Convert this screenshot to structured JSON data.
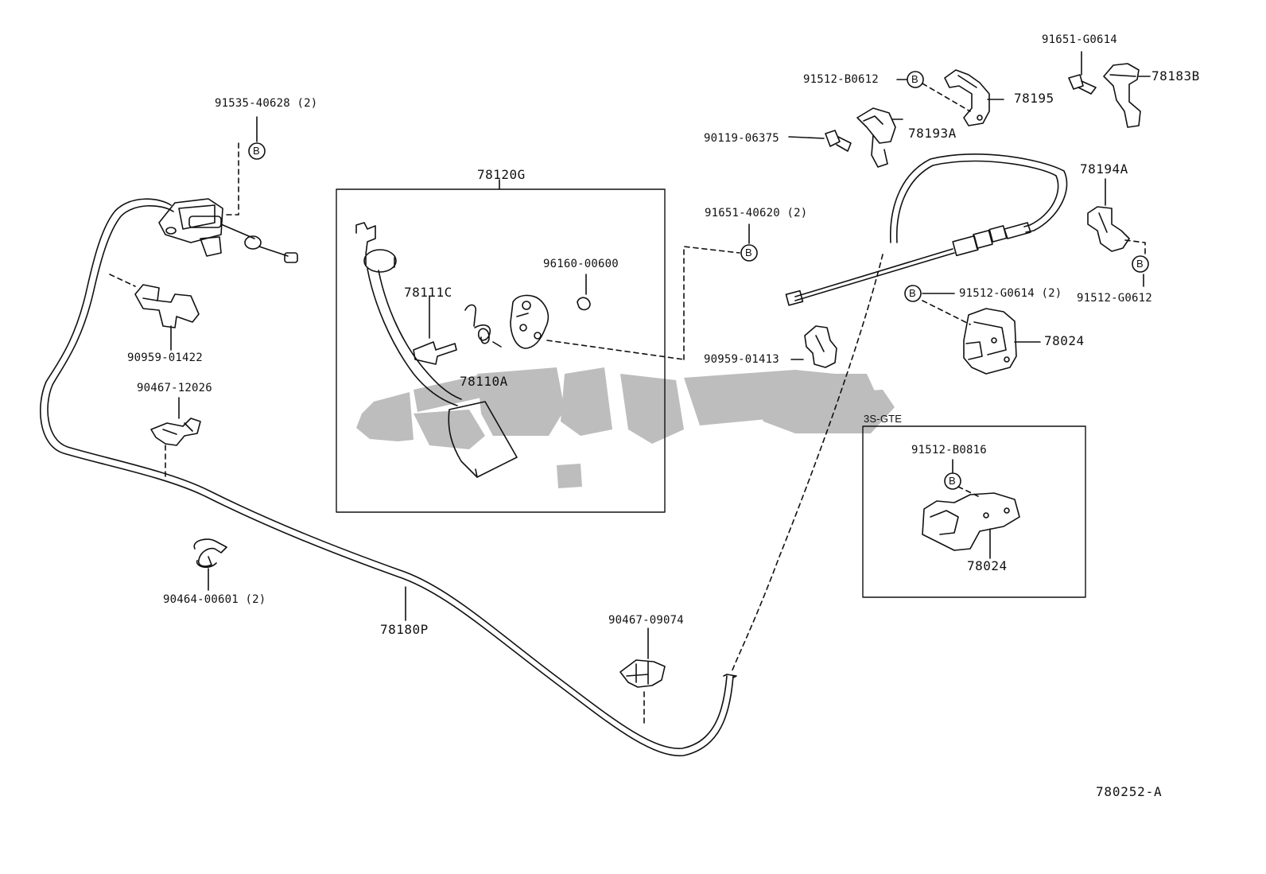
{
  "diagram": {
    "reference_code": "780252-A",
    "watermark_text": "تويوتي",
    "inset_box_title": "3S-GTE",
    "bolt_marker_letter": "B",
    "colors": {
      "line": "#111111",
      "watermark": "#bdbdbd",
      "background": "#ffffff"
    },
    "part_labels": {
      "p91535": "91535-40628 (2)",
      "p78120g": "78120G",
      "p90959_01422": "90959-01422",
      "p90467_12026": "90467-12026",
      "p90464": "90464-00601 (2)",
      "p78180p": "78180P",
      "p90467_09074": "90467-09074",
      "p96160": "96160-00600",
      "p78111c": "78111C",
      "p78110a": "78110A",
      "p91651_40620": "91651-40620 (2)",
      "p91512_b0612": "91512-B0612",
      "p90119": "90119-06375",
      "p78195": "78195",
      "p78193a": "78193A",
      "p91651_g0614": "91651-G0614",
      "p78183b": "78183B",
      "p78194a": "78194A",
      "p91512_g0614": "91512-G0614 (2)",
      "p91512_g0612": "91512-G0612",
      "p78024_main": "78024",
      "p90959_01413": "90959-01413",
      "p91512_b0816": "91512-B0816",
      "p78024_inset": "78024"
    }
  }
}
